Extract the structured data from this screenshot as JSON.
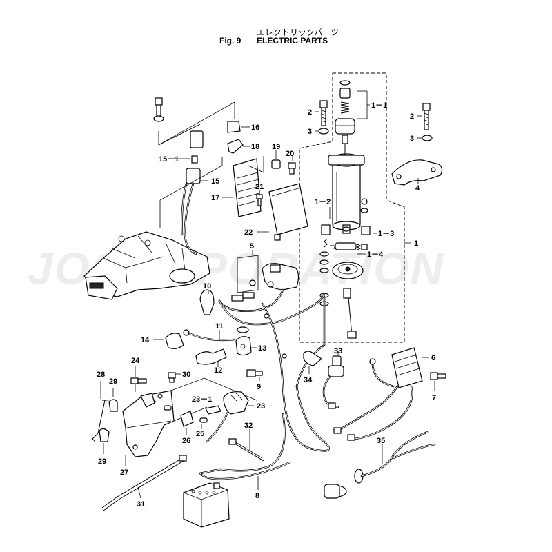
{
  "header": {
    "jp_title": "エレクトリックパーツ",
    "fig_no": "Fig. 9",
    "title": "ELECTRIC PARTS"
  },
  "watermark": "JOCORPORATION",
  "callouts": {
    "c1": "1",
    "c1_1": "1－1",
    "c1_2": "1－2",
    "c1_3": "1－3",
    "c1_4": "1－4",
    "c2a": "2",
    "c2b": "2",
    "c3a": "3",
    "c3b": "3",
    "c4": "4",
    "c5": "5",
    "c6": "6",
    "c7": "7",
    "c8": "8",
    "c9": "9",
    "c10": "10",
    "c11": "11",
    "c12": "12",
    "c13": "13",
    "c14": "14",
    "c15": "15",
    "c15_1": "15－1",
    "c16": "16",
    "c17": "17",
    "c18": "18",
    "c19": "19",
    "c20": "20",
    "c21": "21",
    "c22": "22",
    "c23": "23",
    "c23_1": "23－1",
    "c24": "24",
    "c25": "25",
    "c26": "26",
    "c27": "27",
    "c28": "28",
    "c29a": "29",
    "c29b": "29",
    "c30": "30",
    "c31": "31",
    "c32": "32",
    "c33": "33",
    "c34": "34",
    "c35": "35"
  }
}
